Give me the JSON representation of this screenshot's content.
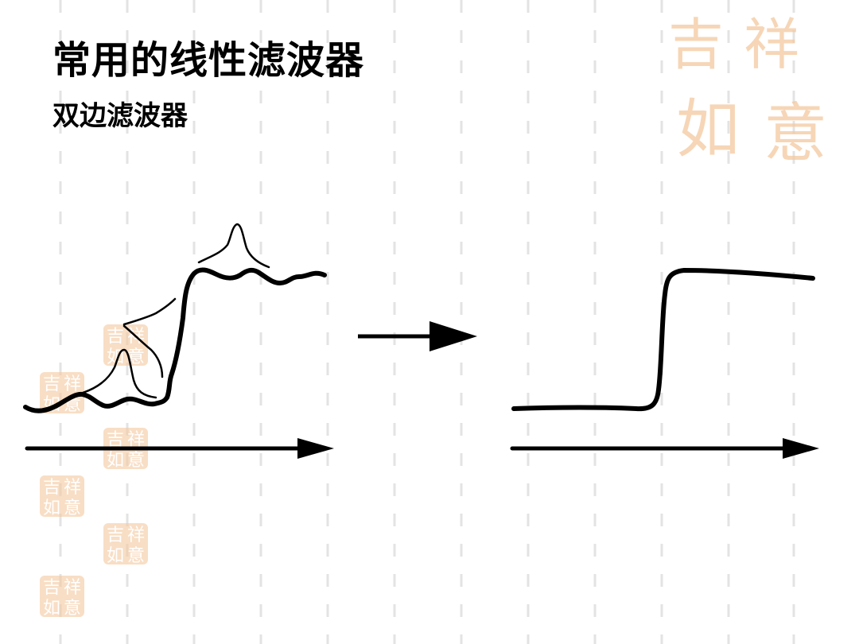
{
  "slide": {
    "title": "常用的线性滤波器",
    "subtitle": "双边滤波器"
  },
  "decoration": {
    "seal_text": "吉祥如意",
    "seal_color": "#f4c9a0",
    "dash_color": "#e3e3e3"
  },
  "diagram": {
    "stroke_color": "#000000",
    "left_panel": "noisy step signal with bilateral filter kernels",
    "right_panel": "smoothed edge-preserving step"
  }
}
